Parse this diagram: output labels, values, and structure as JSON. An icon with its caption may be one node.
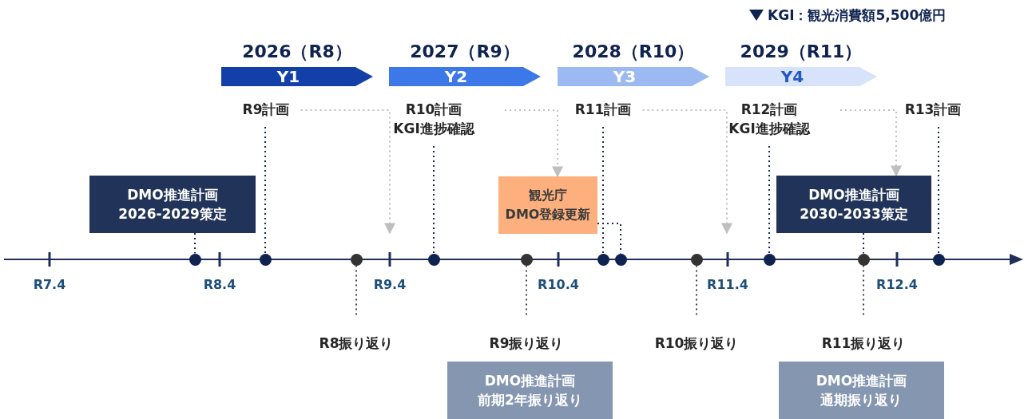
{
  "diagram": {
    "nodes": [
      {
        "text": [
          "2026（R8）",
          "Y1"
        ]
      },
      {
        "text": [
          "2027（R9）",
          "Y2"
        ]
      },
      {
        "text": [
          "2028（R10）",
          "Y3"
        ]
      },
      {
        "text": [
          "2029（R11）",
          "Y4"
        ]
      },
      {
        "text": [
          "R9計画"
        ]
      },
      {
        "text": [
          "R10計画",
          "KGI進捗確認"
        ]
      },
      {
        "text": [
          "R11計画"
        ]
      },
      {
        "text": [
          "R12計画",
          "KGI進捗確認"
        ]
      },
      {
        "text": [
          "R13計画"
        ]
      },
      {
        "text": [
          "DMO推進計画",
          "2026-2029策定"
        ]
      },
      {
        "text": [
          "観光庁",
          "DMO登録更新"
        ]
      },
      {
        "text": [
          "DMO推進計画",
          "2030-2033策定"
        ]
      },
      {
        "text": [],
        "shape": "circle"
      },
      {
        "text": [],
        "shape": "circle"
      },
      {
        "text": [],
        "shape": "circle"
      },
      {
        "text": [],
        "shape": "circle"
      },
      {
        "text": [],
        "shape": "circle"
      },
      {
        "text": [],
        "shape": "circle"
      },
      {
        "text": [],
        "shape": "circle"
      },
      {
        "text": [],
        "shape": "circle"
      },
      {
        "text": [],
        "shape": "circle"
      },
      {
        "text": [],
        "shape": "circle"
      },
      {
        "text": [],
        "shape": "circle"
      },
      {
        "text": [
          "R8振り返り"
        ]
      },
      {
        "text": [
          "R9振り返り"
        ]
      },
      {
        "text": [
          "R10振り返り"
        ]
      },
      {
        "text": [
          "R11振り返り"
        ]
      },
      {
        "text": [
          "DMO推進計画",
          "前期2年振り返り"
        ]
      },
      {
        "text": [
          "DMO推進計画",
          "通期振り返り"
        ]
      }
    ],
    "edges": [
      {
        "from": 4,
        "to": null,
        "arrow": "to",
        "style": "dashed",
        "color": "#bfbfbf"
      },
      {
        "from": 5,
        "to": 10,
        "arrow": "to",
        "style": "dashed",
        "color": "#bfbfbf"
      },
      {
        "from": 6,
        "to": null,
        "arrow": "to",
        "style": "dashed",
        "color": "#bfbfbf"
      },
      {
        "from": 7,
        "to": 11,
        "arrow": "to",
        "style": "dashed",
        "color": "#bfbfbf"
      },
      {
        "from": 4,
        "to": 13,
        "arrow": "none",
        "style": "dashed"
      },
      {
        "from": 5,
        "to": 15,
        "arrow": "none",
        "style": "dashed"
      },
      {
        "from": 6,
        "to": 17,
        "arrow": "none",
        "style": "dashed"
      },
      {
        "from": 7,
        "to": 20,
        "arrow": "none",
        "style": "dashed"
      },
      {
        "from": 8,
        "to": 22,
        "arrow": "none",
        "style": "dashed"
      },
      {
        "from": 9,
        "to": 12,
        "arrow": "none",
        "style": "dashed"
      },
      {
        "from": 10,
        "to": 18,
        "arrow": "none",
        "style": "dashed"
      },
      {
        "from": 11,
        "to": 21,
        "arrow": "none",
        "style": "dashed"
      },
      {
        "from": 14,
        "to": 23,
        "arrow": "none",
        "style": "dashed",
        "color": "#404040"
      },
      {
        "from": 16,
        "to": 24,
        "arrow": "none",
        "style": "dashed",
        "color": "#404040"
      },
      {
        "from": 19,
        "to": 25,
        "arrow": "none",
        "style": "dashed",
        "color": "#404040"
      },
      {
        "from": 21,
        "to": 26,
        "arrow": "none",
        "style": "dashed",
        "color": "#404040"
      }
    ],
    "labels": [
      "KGI：観光消費額5,500億円",
      "R7.4",
      "R8.4",
      "R9.4",
      "R10.4",
      "R11.4",
      "R12.4"
    ]
  }
}
